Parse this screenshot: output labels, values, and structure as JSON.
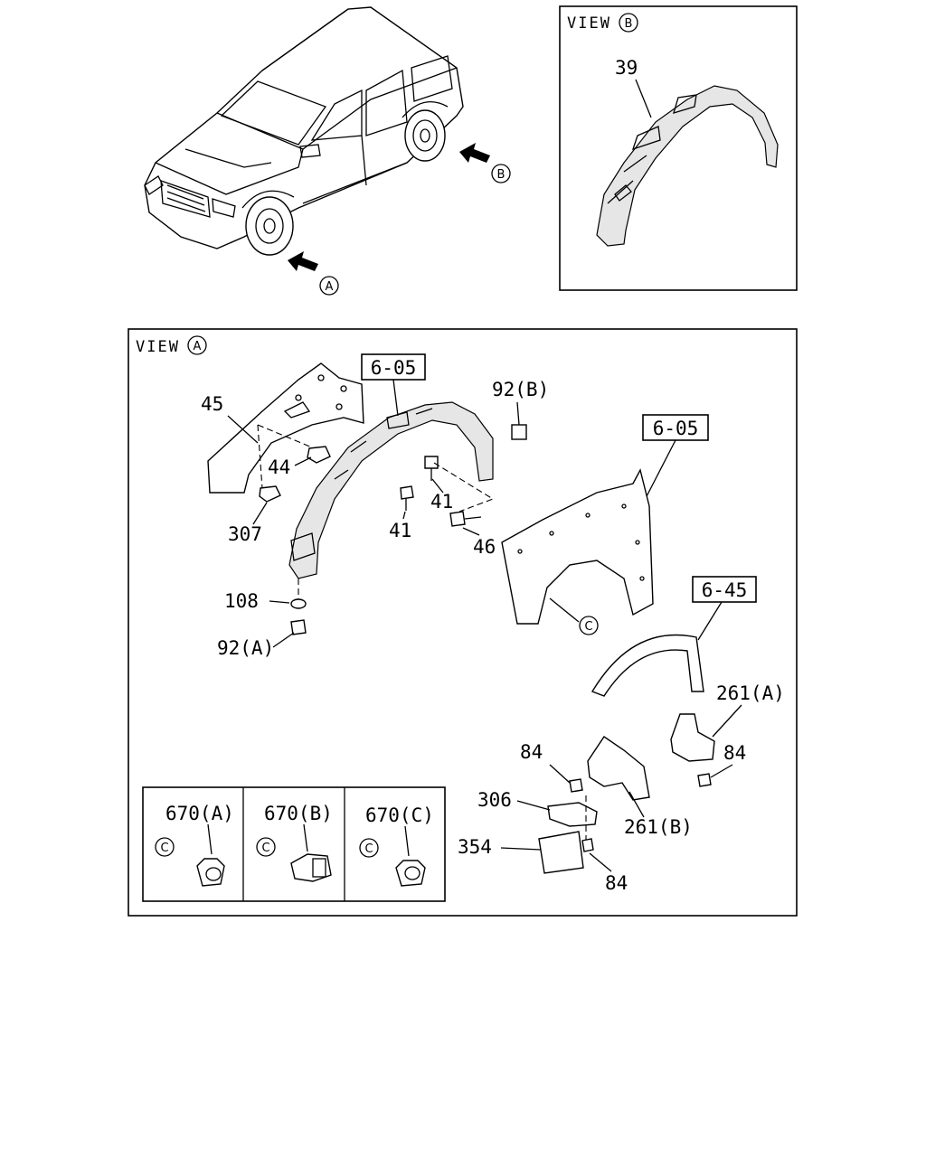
{
  "view_b": {
    "title": "VIEW",
    "marker": "B"
  },
  "view_a": {
    "title": "VIEW",
    "marker": "A"
  },
  "arrow_markers": {
    "a": "A",
    "b": "B"
  },
  "callouts": {
    "c39": "39",
    "c45": "45",
    "c44": "44",
    "c307": "307",
    "c108": "108",
    "c92a": "92(A)",
    "c92b": "92(B)",
    "c41a": "41",
    "c41b": "41",
    "c46": "46",
    "c84a": "84",
    "c84b": "84",
    "c84c": "84",
    "c306": "306",
    "c354": "354",
    "c261a": "261(A)",
    "c261b": "261(B)"
  },
  "ref_boxes": {
    "r605a": "6-05",
    "r605b": "6-05",
    "r645": "6-45"
  },
  "clip_marker": "C",
  "clip_table": [
    {
      "label": "670(A)",
      "marker": "C"
    },
    {
      "label": "670(B)",
      "marker": "C"
    },
    {
      "label": "670(C)",
      "marker": "C"
    }
  ]
}
